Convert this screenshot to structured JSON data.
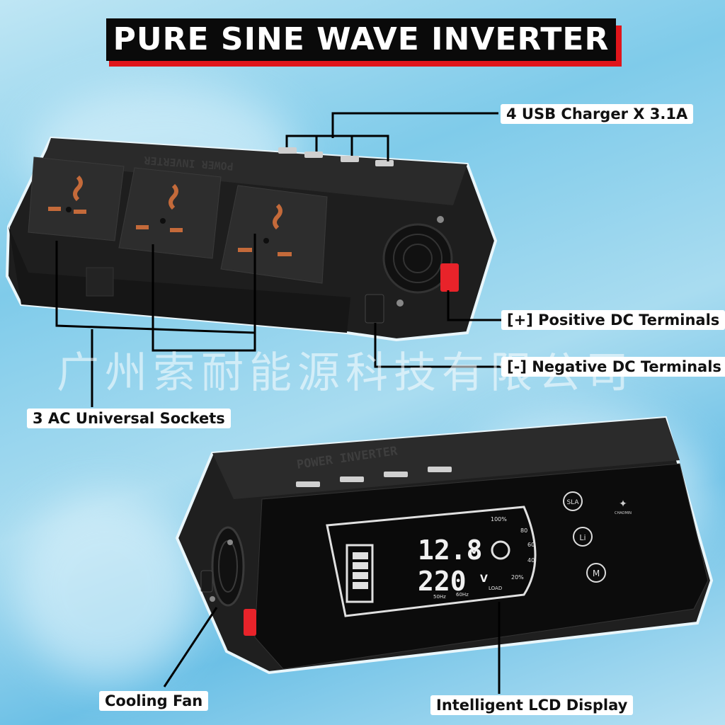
{
  "title": "PURE SINE WAVE INVERTER",
  "callouts": {
    "usb": "4 USB Charger X 3.1A",
    "positive": "[+] Positive DC Terminals",
    "negative": "[-] Negative DC Terminals",
    "sockets": "3 AC Universal Sockets",
    "fan": "Cooling Fan",
    "lcd": "Intelligent LCD Display"
  },
  "watermark": "广州索耐能源科技有限公司",
  "device": {
    "brand_top": "POWER INVERTER",
    "brand_front": "POWER INVERTER",
    "logo_text": "CHAOMIN",
    "lcd": {
      "voltage_in": "12.8",
      "voltage_out": "220",
      "unit": "V",
      "freq_50": "50Hz",
      "freq_60": "60Hz",
      "load_label": "LOAD",
      "level_labels": [
        "100%",
        "80",
        "60",
        "40",
        "20%"
      ]
    },
    "buttons": [
      "SLA",
      "Li",
      "M"
    ]
  },
  "colors": {
    "title_bg": "#0a0a0a",
    "title_accent": "#e0151b",
    "device_body": "#1d1d1d",
    "terminal_red": "#e8232a",
    "socket_copper": "#c46a3a"
  }
}
